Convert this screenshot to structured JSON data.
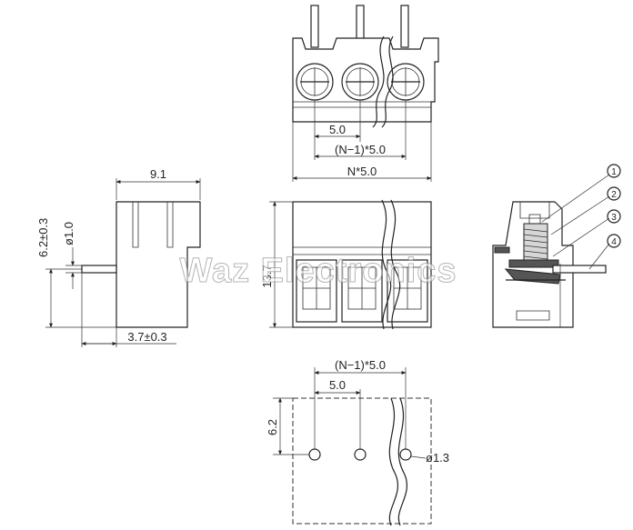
{
  "watermark": "Waz Electronics",
  "top_view": {
    "pitch": "5.0",
    "span": "(N−1)*5.0",
    "overall": "N*5.0"
  },
  "side_view": {
    "depth": "9.1",
    "pin_height": "6.2±0.3",
    "pin_dia": "ø1.0",
    "pin_length": "3.7±0.3"
  },
  "front_view": {
    "height": "13.7"
  },
  "section_view": {
    "callouts": [
      "1",
      "2",
      "3",
      "4"
    ]
  },
  "footprint": {
    "span": "(N−1)*5.0",
    "pitch": "5.0",
    "row_offset": "6.2",
    "hole_dia": "ø1.3"
  }
}
